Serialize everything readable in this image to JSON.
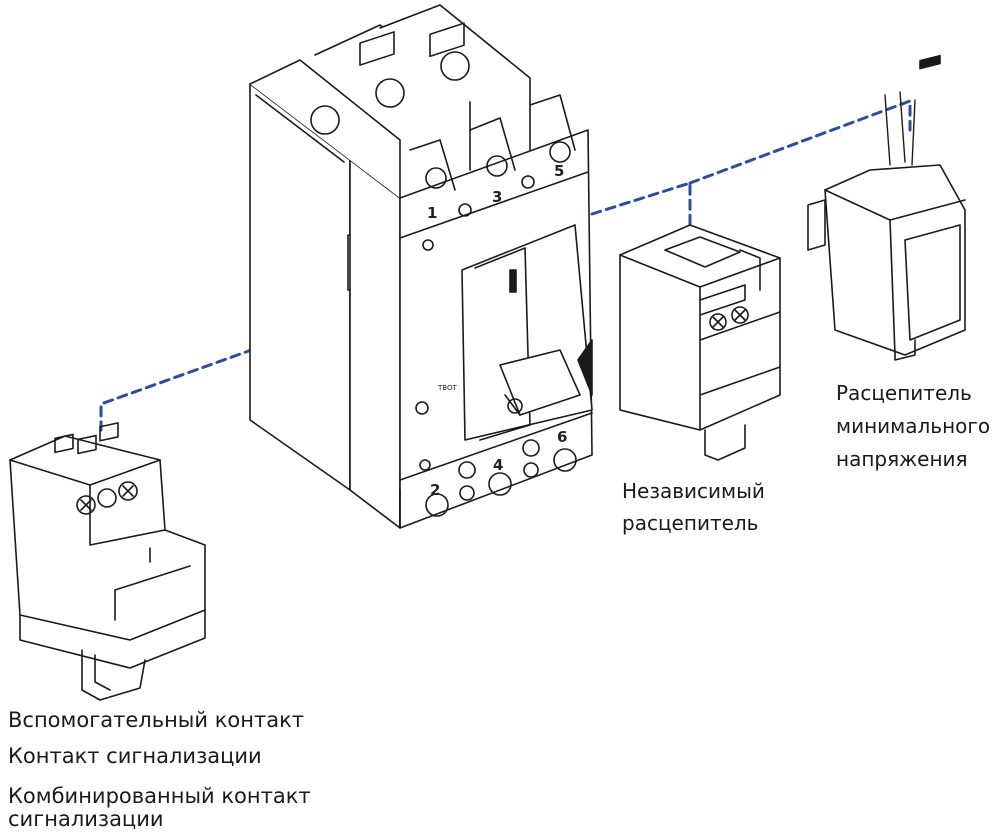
{
  "labels": {
    "auxiliary": [
      "Вспомогательный контакт",
      "Контакт  сигнализации",
      "Комбинированный контакт",
      "сигнализации"
    ],
    "shunt_release": [
      "Независимый",
      "расцепитель"
    ],
    "undervoltage_release": [
      "Расцепитель",
      "минимального",
      "напряжения"
    ]
  },
  "terminals": {
    "top": [
      "1",
      "3",
      "5"
    ],
    "bottom": [
      "2",
      "4",
      "6"
    ]
  },
  "brand": "TBOT",
  "colors": {
    "connector": "#2b4f9e",
    "line": "#1a1a1a"
  }
}
